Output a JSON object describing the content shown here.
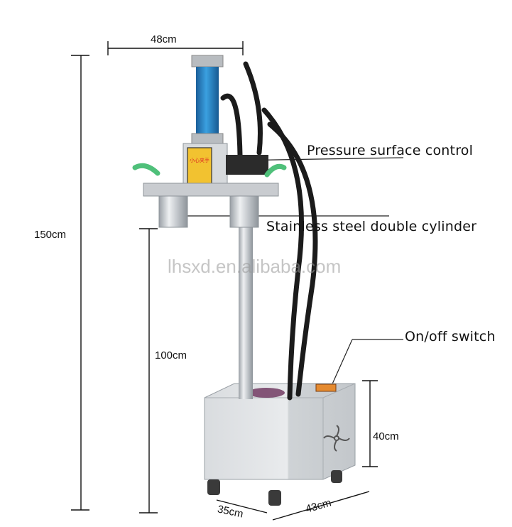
{
  "dimensions": {
    "width_top": "48cm",
    "height_total": "150cm",
    "height_column": "100cm",
    "height_base": "40cm",
    "depth_base": "35cm",
    "width_base": "43cm"
  },
  "callouts": {
    "pressure": "Pressure surface control",
    "cylinder": "Stainless steel double cylinder",
    "switch": "On/off switch"
  },
  "watermark": "lhsxd.en.alibaba.com",
  "warning_label": "小心夹手",
  "colors": {
    "cylinder_blue": "#2a86c8",
    "warning_yellow": "#f2c230",
    "handle_green": "#4fc07a",
    "steel": "#c9ccd0"
  }
}
